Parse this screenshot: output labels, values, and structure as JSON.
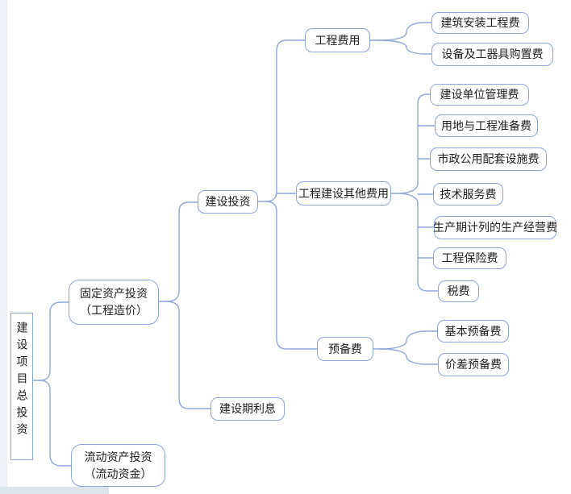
{
  "diagram": {
    "root": {
      "label": "建设项目总投资"
    },
    "fixed_assets": {
      "line1": "固定资产投资",
      "line2": "（工程造价）"
    },
    "current_assets": {
      "line1": "流动资产投资",
      "line2": "（流动资金）"
    },
    "construction_investment": {
      "label": "建设投资"
    },
    "construction_period_interest": {
      "label": "建设期利息"
    },
    "engineering_cost": {
      "label": "工程费用"
    },
    "engineering_cost_items": [
      "建筑安装工程费",
      "设备及工器具购置费"
    ],
    "other_construction_cost": {
      "label": "工程建设其他费用"
    },
    "other_construction_cost_items": [
      "建设单位管理费",
      "用地与工程准备费",
      "市政公用配套设施费",
      "技术服务费",
      "生产期计列的生产经营费",
      "工程保险费",
      "税费"
    ],
    "reserve_fund": {
      "label": "预备费"
    },
    "reserve_fund_items": [
      "基本预备费",
      "价差预备费"
    ],
    "colors": {
      "connector_line": "#90a7d9",
      "node_border": "#8ea5d8",
      "node_fill": "#ffffff",
      "text": "#1f1f1f",
      "page_edge": "#edf1f6"
    }
  }
}
